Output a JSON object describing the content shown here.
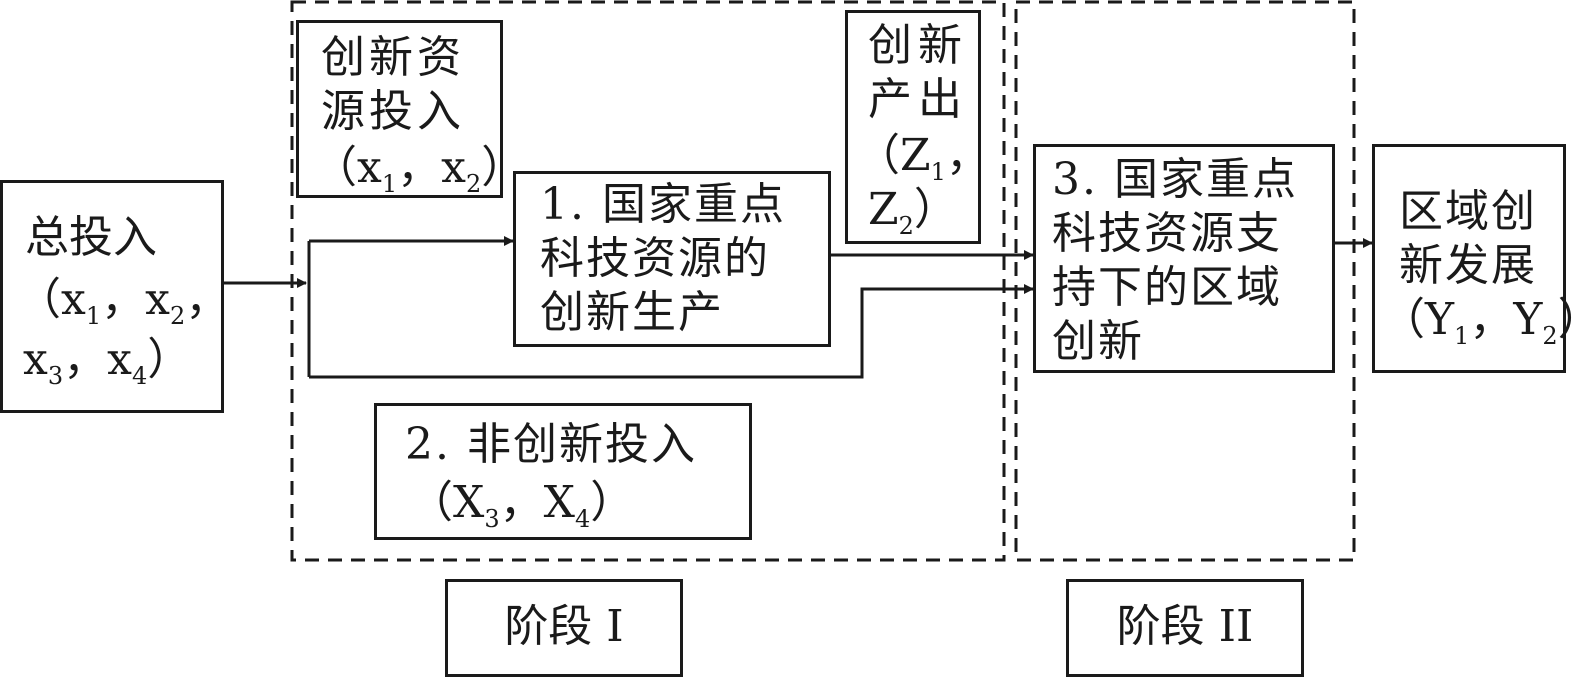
{
  "total_input": {
    "title": "总投入",
    "line2": [
      "（x",
      "1",
      "，x",
      "2",
      "，"
    ],
    "line3": [
      "x",
      "3",
      "，x",
      "4",
      "）"
    ]
  },
  "innovation_resource": {
    "line1": "创新资",
    "line2": "源投入",
    "line3": [
      "（x",
      "1",
      "，x",
      "2",
      "）"
    ]
  },
  "innovation_output": {
    "line1": "创新",
    "line2": "产出",
    "line3": [
      "（Z",
      "1",
      "，"
    ],
    "line4": [
      "Z",
      "2",
      "）"
    ]
  },
  "node1": {
    "line1": "1. 国家重点",
    "line2": "科技资源的",
    "line3": "创新生产"
  },
  "node2": {
    "line1": "2. 非创新投入",
    "line2": [
      "（X",
      "3",
      "，X",
      "4",
      "）"
    ]
  },
  "node3": {
    "line1": "3. 国家重点",
    "line2": "科技资源支",
    "line3": "持下的区域",
    "line4": "创新"
  },
  "regional": {
    "line1": "区域创",
    "line2": "新发展",
    "line3": [
      "（Y",
      "1",
      "，Y",
      "2",
      "）"
    ]
  },
  "stage1": {
    "label": "阶段 I"
  },
  "stage2": {
    "label": "阶段 II"
  }
}
